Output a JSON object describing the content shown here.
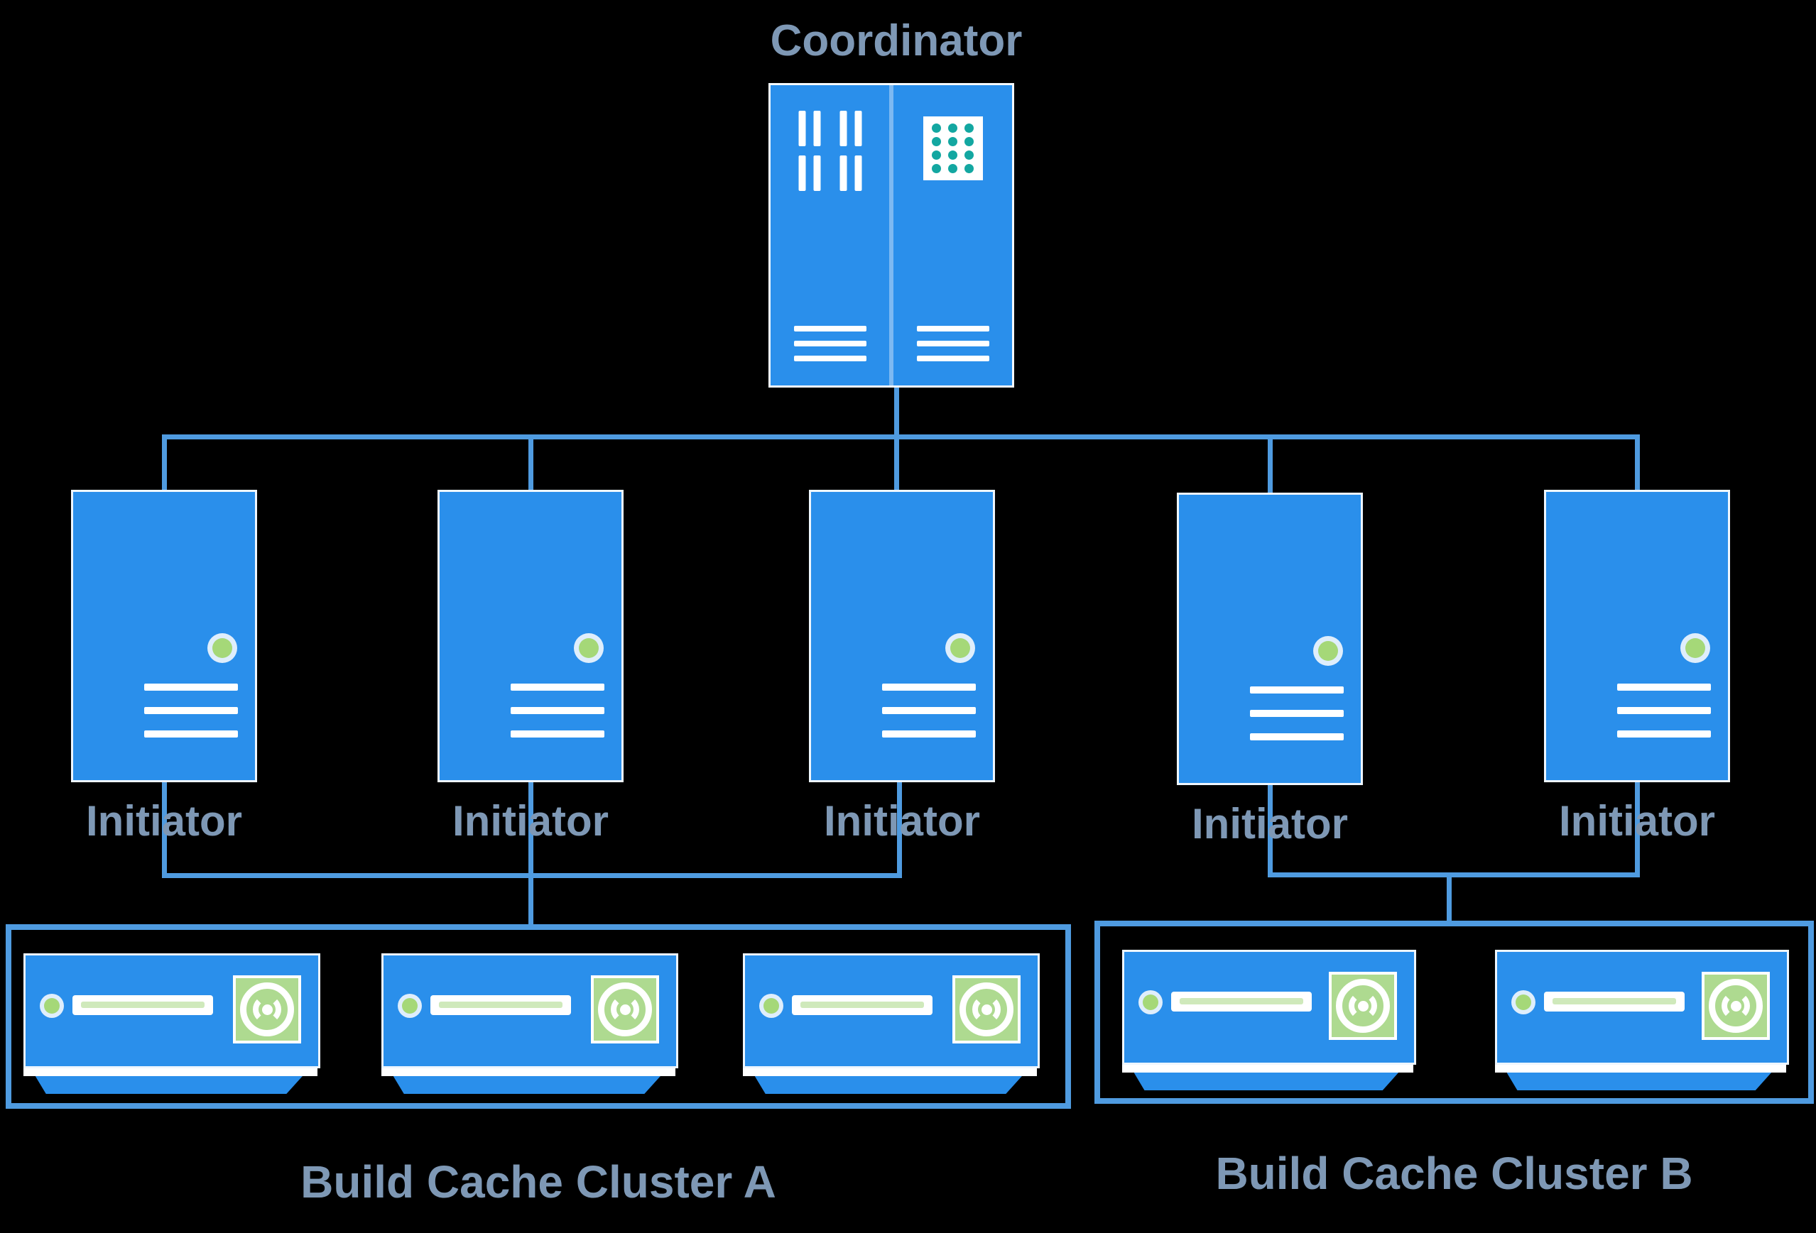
{
  "coordinator": {
    "label": "Coordinator"
  },
  "initiators": [
    {
      "label": "Initiator"
    },
    {
      "label": "Initiator"
    },
    {
      "label": "Initiator"
    },
    {
      "label": "Initiator"
    },
    {
      "label": "Initiator"
    }
  ],
  "clusters": [
    {
      "label": "Build Cache Cluster A",
      "cache_nodes": 3
    },
    {
      "label": "Build Cache Cluster B",
      "cache_nodes": 2
    }
  ],
  "structure": {
    "coordinator_connects_to": [
      "initiator-1",
      "initiator-2",
      "initiator-3",
      "initiator-4",
      "initiator-5"
    ],
    "cluster_a_connected_initiators": [
      "initiator-1",
      "initiator-2",
      "initiator-3"
    ],
    "cluster_b_connected_initiators": [
      "initiator-4",
      "initiator-5"
    ]
  },
  "icons": {
    "coordinator": "dual-rack-server-icon",
    "coordinator_left_panel": "vent-slats-icon",
    "coordinator_right_panel": "teal-dot-grid-icon",
    "initiator": "tower-server-icon",
    "initiator_status": "green-led-icon",
    "cache_node": "cache-appliance-icon",
    "cache_status": "green-led-icon",
    "cache_drive": "disk-fan-icon",
    "cache_slot": "drive-slot-icon"
  },
  "colors": {
    "background": "#000000",
    "server_blue": "#2a8feb",
    "connector_blue": "#4f9be0",
    "panel_divider_blue": "#7db9f2",
    "label_steel_blue": "#7e98b5",
    "teal_dots": "#13a7a1",
    "disk_green": "#aeda90",
    "led_green": "#a5d878",
    "slot_stripe_green": "#cfe9bb"
  }
}
